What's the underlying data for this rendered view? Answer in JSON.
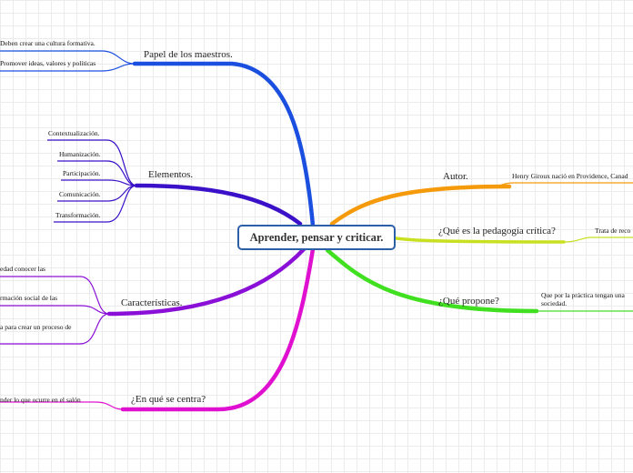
{
  "central": {
    "label": "Aprender, pensar y criticar."
  },
  "branches": {
    "papel": {
      "label": "Papel de los maestros.",
      "color": "#1a4fe0",
      "children": [
        "Deben crear una cultura formativa.",
        "Promover ideas, valores y políticas"
      ]
    },
    "elementos": {
      "label": "Elementos.",
      "color": "#3a10c8",
      "children": [
        "Contextualización.",
        "Humanización.",
        "Participación.",
        "Comunicación.",
        "Transformación."
      ]
    },
    "caracteristicas": {
      "label": "Características.",
      "color": "#8a10d8",
      "children": [
        "edad conocer las",
        "rmación social de las",
        "a para crear un proceso de"
      ]
    },
    "centra": {
      "label": "¿En qué se centra?",
      "color": "#e010d0",
      "children": [
        "nder lo que ocurre en el salón"
      ]
    },
    "autor": {
      "label": "Autor.",
      "color": "#f59a0a",
      "children": [
        "Henry Giroux nació en Providence, Canad"
      ]
    },
    "que_es": {
      "label": "¿Qué es la pedagogía crítica?",
      "color": "#c8e020",
      "children": [
        "Trata de reco"
      ]
    },
    "propone": {
      "label": "¿Qué propone?",
      "color": "#40e020",
      "children": [
        "Que por la práctica tengan una",
        "sociedad."
      ]
    }
  }
}
